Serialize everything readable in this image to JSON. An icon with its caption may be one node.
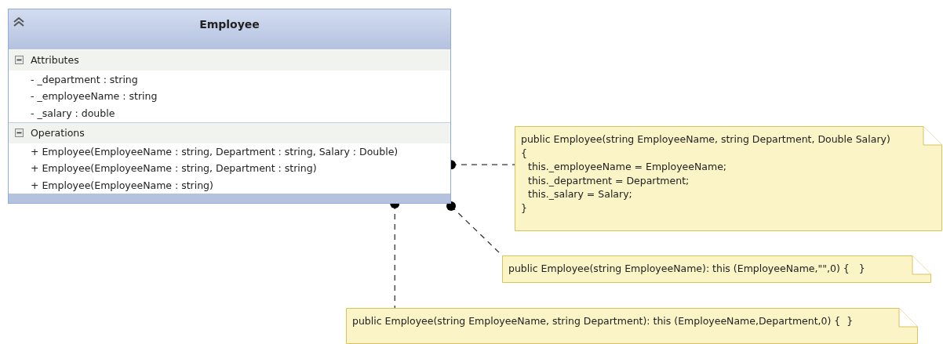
{
  "diagram": {
    "nodes": [
      {
        "text": [
          "Employee",
          "Attributes",
          "- _department : string",
          "- _employeeName : string",
          "- _salary : double",
          "Operations",
          "+ Employee(EmployeeName : string, Department : string, Salary : Double)",
          "+ Employee(EmployeeName : string, Department : string)",
          "+ Employee(EmployeeName : string)"
        ]
      },
      {
        "text": [
          "public Employee(string EmployeeName, string Department, Double Salary)",
          "{",
          "this._employeeName = EmployeeName;",
          "this._department = Department;",
          "this._salary = Salary;",
          "}"
        ]
      },
      {
        "text": [
          "public Employee(string EmployeeName): this (EmployeeName,\"\",0) {   }"
        ]
      },
      {
        "text": [
          "public Employee(string EmployeeName, string Department): this (EmployeeName,Department,0) {  }"
        ]
      }
    ],
    "edges": [
      {
        "from": 0,
        "to": 1,
        "arrow": "other",
        "style": "dashed"
      },
      {
        "from": 0,
        "to": 2,
        "arrow": "other",
        "style": "dashed"
      },
      {
        "from": 0,
        "to": 3,
        "arrow": "other",
        "style": "dashed"
      }
    ]
  }
}
